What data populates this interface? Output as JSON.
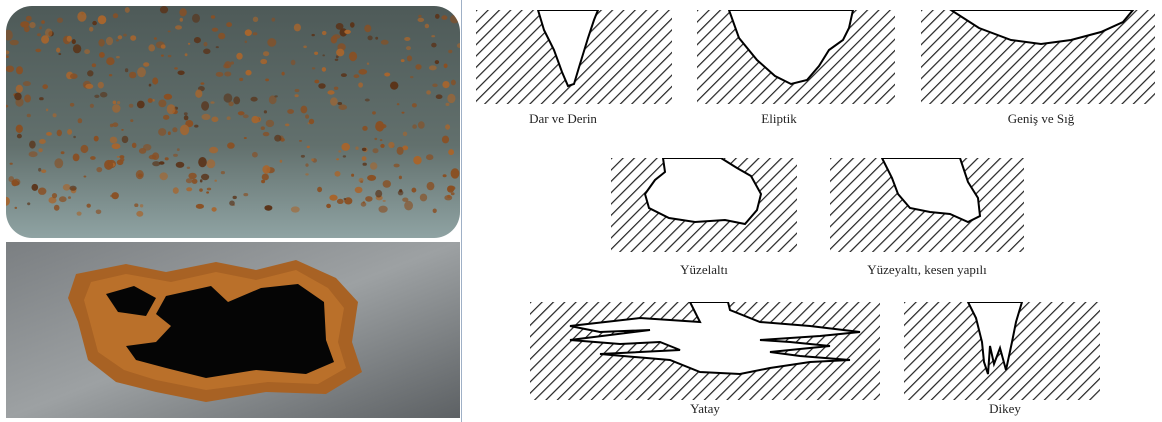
{
  "labels": {
    "dar_ve_derin": "Dar ve Derin",
    "eliptik": "Eliptik",
    "genis_ve_sig": "Geniş ve Sığ",
    "yuzelalti": "Yüzelaltı",
    "yuzeyalti_kesen": "Yüzeyaltı, kesen yapılı",
    "yatay": "Yatay",
    "dikey": "Dikey"
  },
  "colors": {
    "hatch": "#222222",
    "steel": "#6b7c7d",
    "rust": "#9a5a2a",
    "hole": "#050505"
  }
}
